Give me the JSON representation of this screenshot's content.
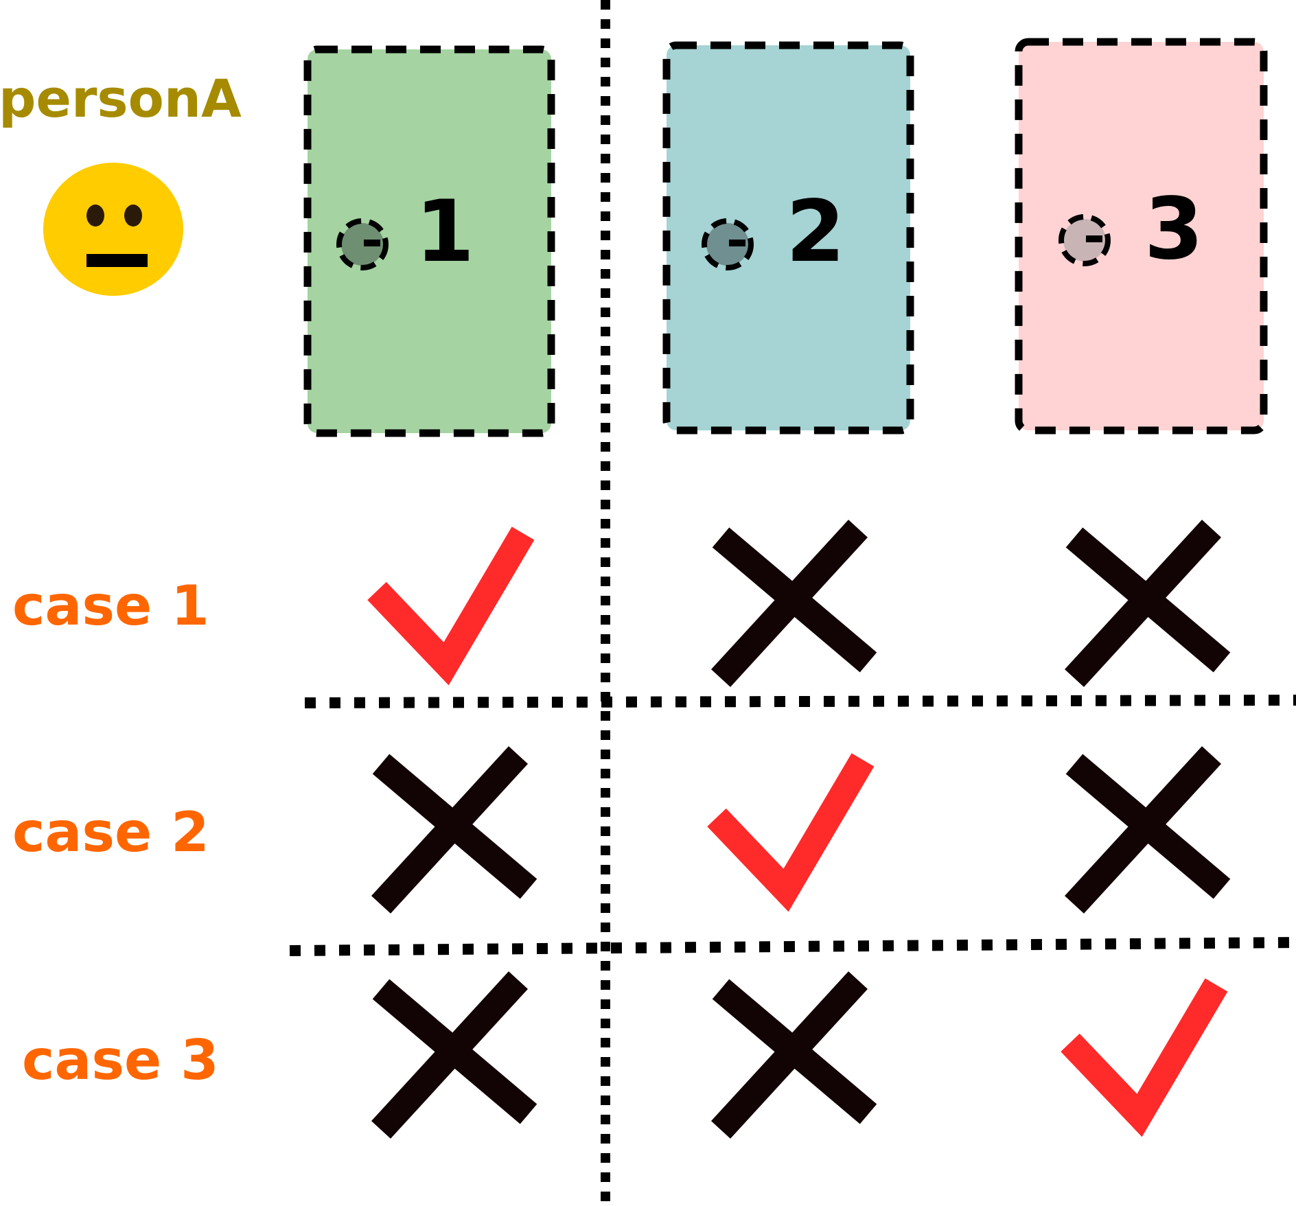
{
  "person": {
    "label": "personA",
    "label_color": "#a68b00",
    "face_icon": "neutral-face-icon",
    "face_color": "#ffcc00"
  },
  "cards": [
    {
      "number": "1",
      "color": "#a5d3a2",
      "badge_color": "#6f8f72"
    },
    {
      "number": "2",
      "color": "#a6d3d3",
      "badge_color": "#708f90"
    },
    {
      "number": "3",
      "color": "#ffd3d3",
      "badge_color": "#c9b4b5"
    }
  ],
  "cases": [
    {
      "label": "case 1",
      "marks": [
        "check",
        "cross",
        "cross"
      ]
    },
    {
      "label": "case 2",
      "marks": [
        "cross",
        "check",
        "cross"
      ]
    },
    {
      "label": "case 3",
      "marks": [
        "cross",
        "cross",
        "check"
      ]
    }
  ],
  "colors": {
    "case_label": "#ff6600",
    "check": "#ff2a2a",
    "cross": "#120404",
    "divider": "#000000"
  }
}
